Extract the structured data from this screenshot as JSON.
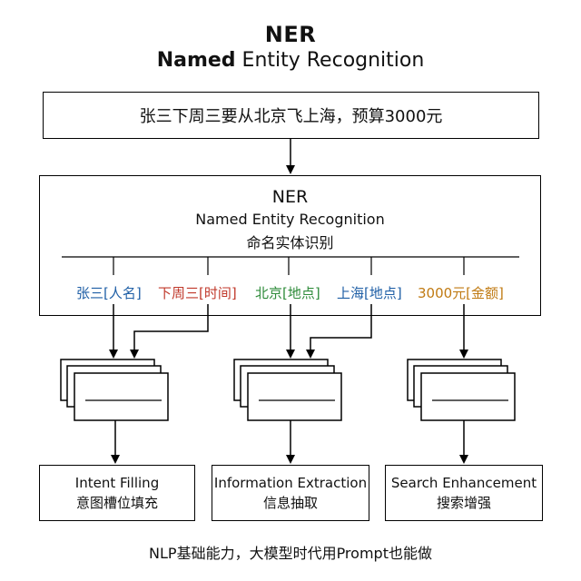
{
  "title": {
    "line1": "NER",
    "line2_bold": "Named",
    "line2_rest": " Entity Recognition"
  },
  "input_sentence": "张三下周三要从北京飞上海，预算3000元",
  "ner_box": {
    "title": "NER",
    "subtitle_en": "Named Entity Recognition",
    "subtitle_zh": "命名实体识别"
  },
  "entities": [
    {
      "text": "张三[人名]",
      "color": "#1f5fa6"
    },
    {
      "text": "下周三[时间]",
      "color": "#c0392b"
    },
    {
      "text": "北京[地点]",
      "color": "#2e8b3a"
    },
    {
      "text": "上海[地点]",
      "color": "#1f5fa6"
    },
    {
      "text": "3000元[金额]",
      "color": "#c07a12"
    }
  ],
  "tasks": [
    {
      "en": "Intent Filling",
      "zh": "意图槽位填充"
    },
    {
      "en": "Information Extraction",
      "zh": "信息抽取"
    },
    {
      "en": "Search Enhancement",
      "zh": "搜索增强"
    }
  ],
  "footer": "NLP基础能力，大模型时代用Prompt也能做"
}
